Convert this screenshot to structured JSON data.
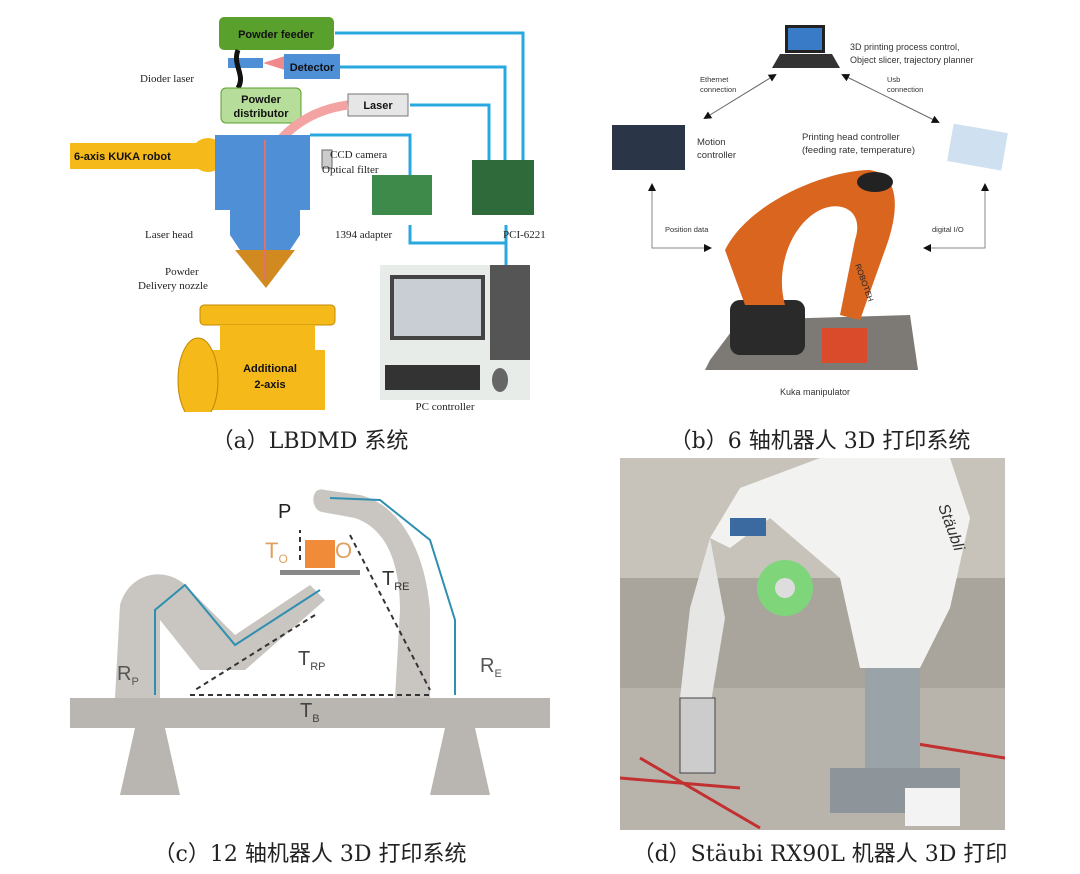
{
  "panels": {
    "a": {
      "caption": "（a）LBDMD 系统",
      "labels": {
        "powder_feeder": "Powder feeder",
        "dioder_laser": "Dioder laser",
        "detector": "Detector",
        "powder_distributor_1": "Powder",
        "powder_distributor_2": "distributor",
        "laser": "Laser",
        "kuka_robot": "6-axis KUKA robot",
        "ccd_camera": "CCD camera",
        "optical_filter": "Optical filter",
        "laser_head": "Laser head",
        "adapter": "1394 adapter",
        "pci": "PCI-6221",
        "nozzle_1": "Powder",
        "nozzle_2": "Delivery nozzle",
        "additional_1": "Additional",
        "additional_2": "2-axis",
        "pc_controller": "PC controller"
      }
    },
    "b": {
      "caption": "（b）6 轴机器人 3D 打印系统",
      "labels": {
        "process_1": "3D printing process control,",
        "process_2": "Object slicer, trajectory planner",
        "ethernet_1": "Ethernet",
        "ethernet_2": "connection",
        "usb_1": "Usb",
        "usb_2": "connection",
        "motion_1": "Motion",
        "motion_2": "controller",
        "head_1": "Printing head controller",
        "head_2": "(feeding rate, temperature)",
        "position_data": "Position data",
        "digital_io": "digital I/O",
        "roboteh": "ROBOTEH",
        "kuka": "Kuka manipulator"
      }
    },
    "c": {
      "caption": "（c）12 轴机器人 3D 打印系统",
      "labels": {
        "p": "P",
        "to": "T",
        "to_sub": "O",
        "o": "O",
        "tre": "T",
        "tre_sub": "RE",
        "trp": "T",
        "trp_sub": "RP",
        "rp": "R",
        "rp_sub": "P",
        "re": "R",
        "re_sub": "E",
        "tb": "T",
        "tb_sub": "B"
      }
    },
    "d": {
      "caption": "（d）Stäubi RX90L 机器人 3D 打印",
      "labels": {
        "brand": "Stäubli"
      }
    }
  },
  "colors": {
    "line_blue": "#29a8e0",
    "yellow": "#f6b91a",
    "green": "#5aa02c",
    "blue_part": "#4f8fd6",
    "orange": "#d9651f"
  }
}
